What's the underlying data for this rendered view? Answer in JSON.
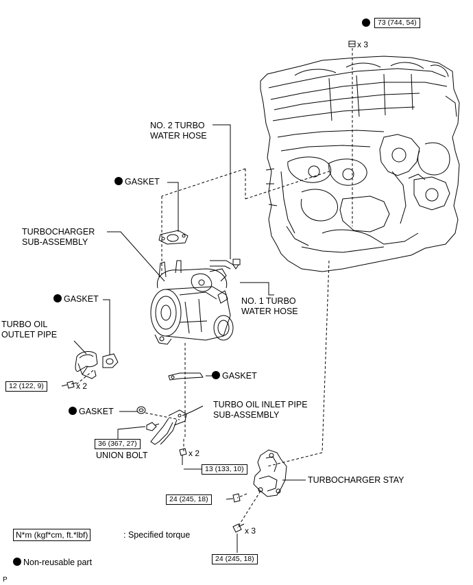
{
  "labels": {
    "no2_hose": [
      "NO. 2 TURBO",
      "WATER HOSE"
    ],
    "gasket_top": "GASKET",
    "turbo_sub": [
      "TURBOCHARGER",
      "SUB-ASSEMBLY"
    ],
    "no1_hose": [
      "NO. 1 TURBO",
      "WATER HOSE"
    ],
    "gasket_left": "GASKET",
    "oil_outlet": [
      "TURBO OIL",
      "OUTLET PIPE"
    ],
    "gasket_mid": "GASKET",
    "gasket_union": "GASKET",
    "oil_inlet": [
      "TURBO OIL INLET PIPE",
      "SUB-ASSEMBLY"
    ],
    "union_bolt": "UNION BOLT",
    "turbo_stay": "TURBOCHARGER STAY"
  },
  "torques": {
    "top": "73 (744, 54)",
    "outlet": "12 (122, 9)",
    "union": "36 (367, 27)",
    "inlet": "13 (133, 10)",
    "stay_nut": "24 (245, 18)",
    "stay_bolt": "24 (245, 18)"
  },
  "quantities": {
    "top": "x 3",
    "outlet": "x 2",
    "inlet": "x 2",
    "stay": "x 3"
  },
  "legend": {
    "torque_box": "N*m (kgf*cm, ft.*lbf)",
    "torque_text": ": Specified torque",
    "nonreusable_text": "Non-reusable part"
  },
  "footer_code": "P",
  "colors": {
    "line": "#000000",
    "background": "#ffffff"
  }
}
